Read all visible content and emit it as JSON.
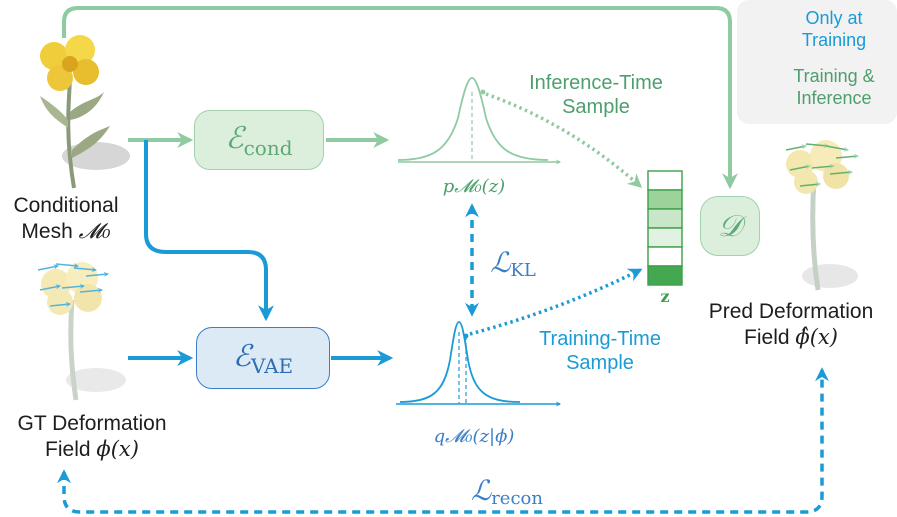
{
  "legend": {
    "training_only": "Only at Training",
    "training_inference": "Training & Inference"
  },
  "inputs": {
    "conditional_mesh_line1": "Conditional",
    "conditional_mesh_line2": "Mesh",
    "conditional_mesh_symbol": "𝓜₀",
    "gt_field_line1": "GT Deformation",
    "gt_field_line2": "Field",
    "gt_field_symbol": "ϕ(x)"
  },
  "encoders": {
    "cond_symbol": "ℰ",
    "cond_sub": "cond",
    "vae_symbol": "ℰ",
    "vae_sub": "VAE"
  },
  "distributions": {
    "prior_label": "p𝓜₀(z)",
    "posterior_label": "q𝓜₀(z|ϕ)"
  },
  "samples": {
    "inference_line1": "Inference-Time",
    "inference_line2": "Sample",
    "training_line1": "Training-Time",
    "training_line2": "Sample"
  },
  "latent": {
    "label": "z"
  },
  "losses": {
    "kl_symbol": "ℒ",
    "kl_sub": "KL",
    "recon_symbol": "ℒ",
    "recon_sub": "recon"
  },
  "decoder": {
    "symbol": "𝒟"
  },
  "output": {
    "line1": "Pred Deformation",
    "line2": "Field",
    "symbol": "ϕ̂(x)"
  },
  "colors": {
    "green": "#8fcaa0",
    "green_text": "#4e9e6e",
    "blue": "#1a9bd6",
    "blue_box": "#3b7fc8"
  }
}
